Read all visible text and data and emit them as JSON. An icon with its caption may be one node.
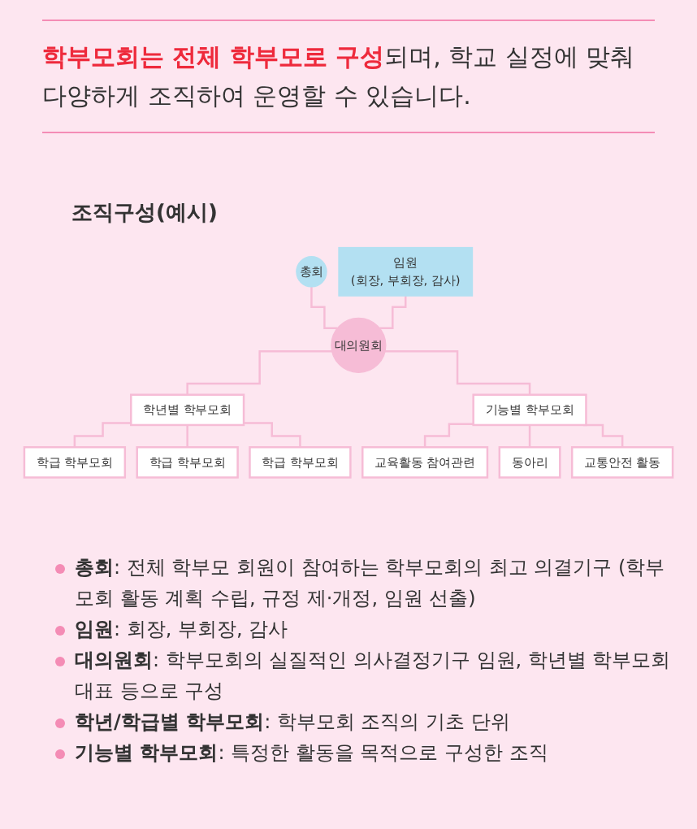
{
  "diagram": {
    "title": "조직구성(예시)",
    "nodes": [
      {
        "text": [
          "총회"
        ]
      },
      {
        "text": [
          "임원",
          "(회장, 부회장, 감사)"
        ]
      },
      {
        "text": [
          "대의원회"
        ]
      },
      {
        "text": [
          "학년별 학부모회"
        ]
      },
      {
        "text": [
          "기능별 학부모회"
        ]
      },
      {
        "text": [
          "학급 학부모회"
        ]
      },
      {
        "text": [
          "학급 학부모회"
        ]
      },
      {
        "text": [
          "학급 학부모회"
        ]
      },
      {
        "text": [
          "교육활동 참여관련"
        ]
      },
      {
        "text": [
          "동아리"
        ]
      },
      {
        "text": [
          "교통안전 활동"
        ]
      }
    ],
    "edges": [
      {
        "from": 0,
        "to": 2,
        "arrow": "none"
      },
      {
        "from": 1,
        "to": 2,
        "arrow": "none"
      },
      {
        "from": 2,
        "to": 3,
        "arrow": "none"
      },
      {
        "from": 2,
        "to": 4,
        "arrow": "none"
      },
      {
        "from": 3,
        "to": 5,
        "arrow": "none"
      },
      {
        "from": 3,
        "to": 6,
        "arrow": "none"
      },
      {
        "from": 3,
        "to": 7,
        "arrow": "none"
      },
      {
        "from": 4,
        "to": 8,
        "arrow": "none"
      },
      {
        "from": 4,
        "to": 9,
        "arrow": "none"
      },
      {
        "from": 4,
        "to": 10,
        "arrow": "none"
      }
    ],
    "labels": [
      "**학부모회는 전체 학부모로 구성**되며, 학교 실정에 맞춰 다양하게 조직하여 운영할 수 있습니다.",
      "**총회**: 전체 학부모 회원이 참여하는 학부모회의 최고 의결기구 (학부모회 활동 계획 수립, 규정 제·개정, 임원 선출)",
      "**임원**: 회장, 부회장, 감사",
      "**대의원회**: 학부모회의 실질적인 의사결정기구 임원, 학년별 학부모회 대표 등으로 구성",
      "**학년/학급별 학부모회**: 학부모회 조직의 기초 단위",
      "**기능별 학부모회**: 특정한 활동을 목적으로 구성한 조직"
    ]
  }
}
